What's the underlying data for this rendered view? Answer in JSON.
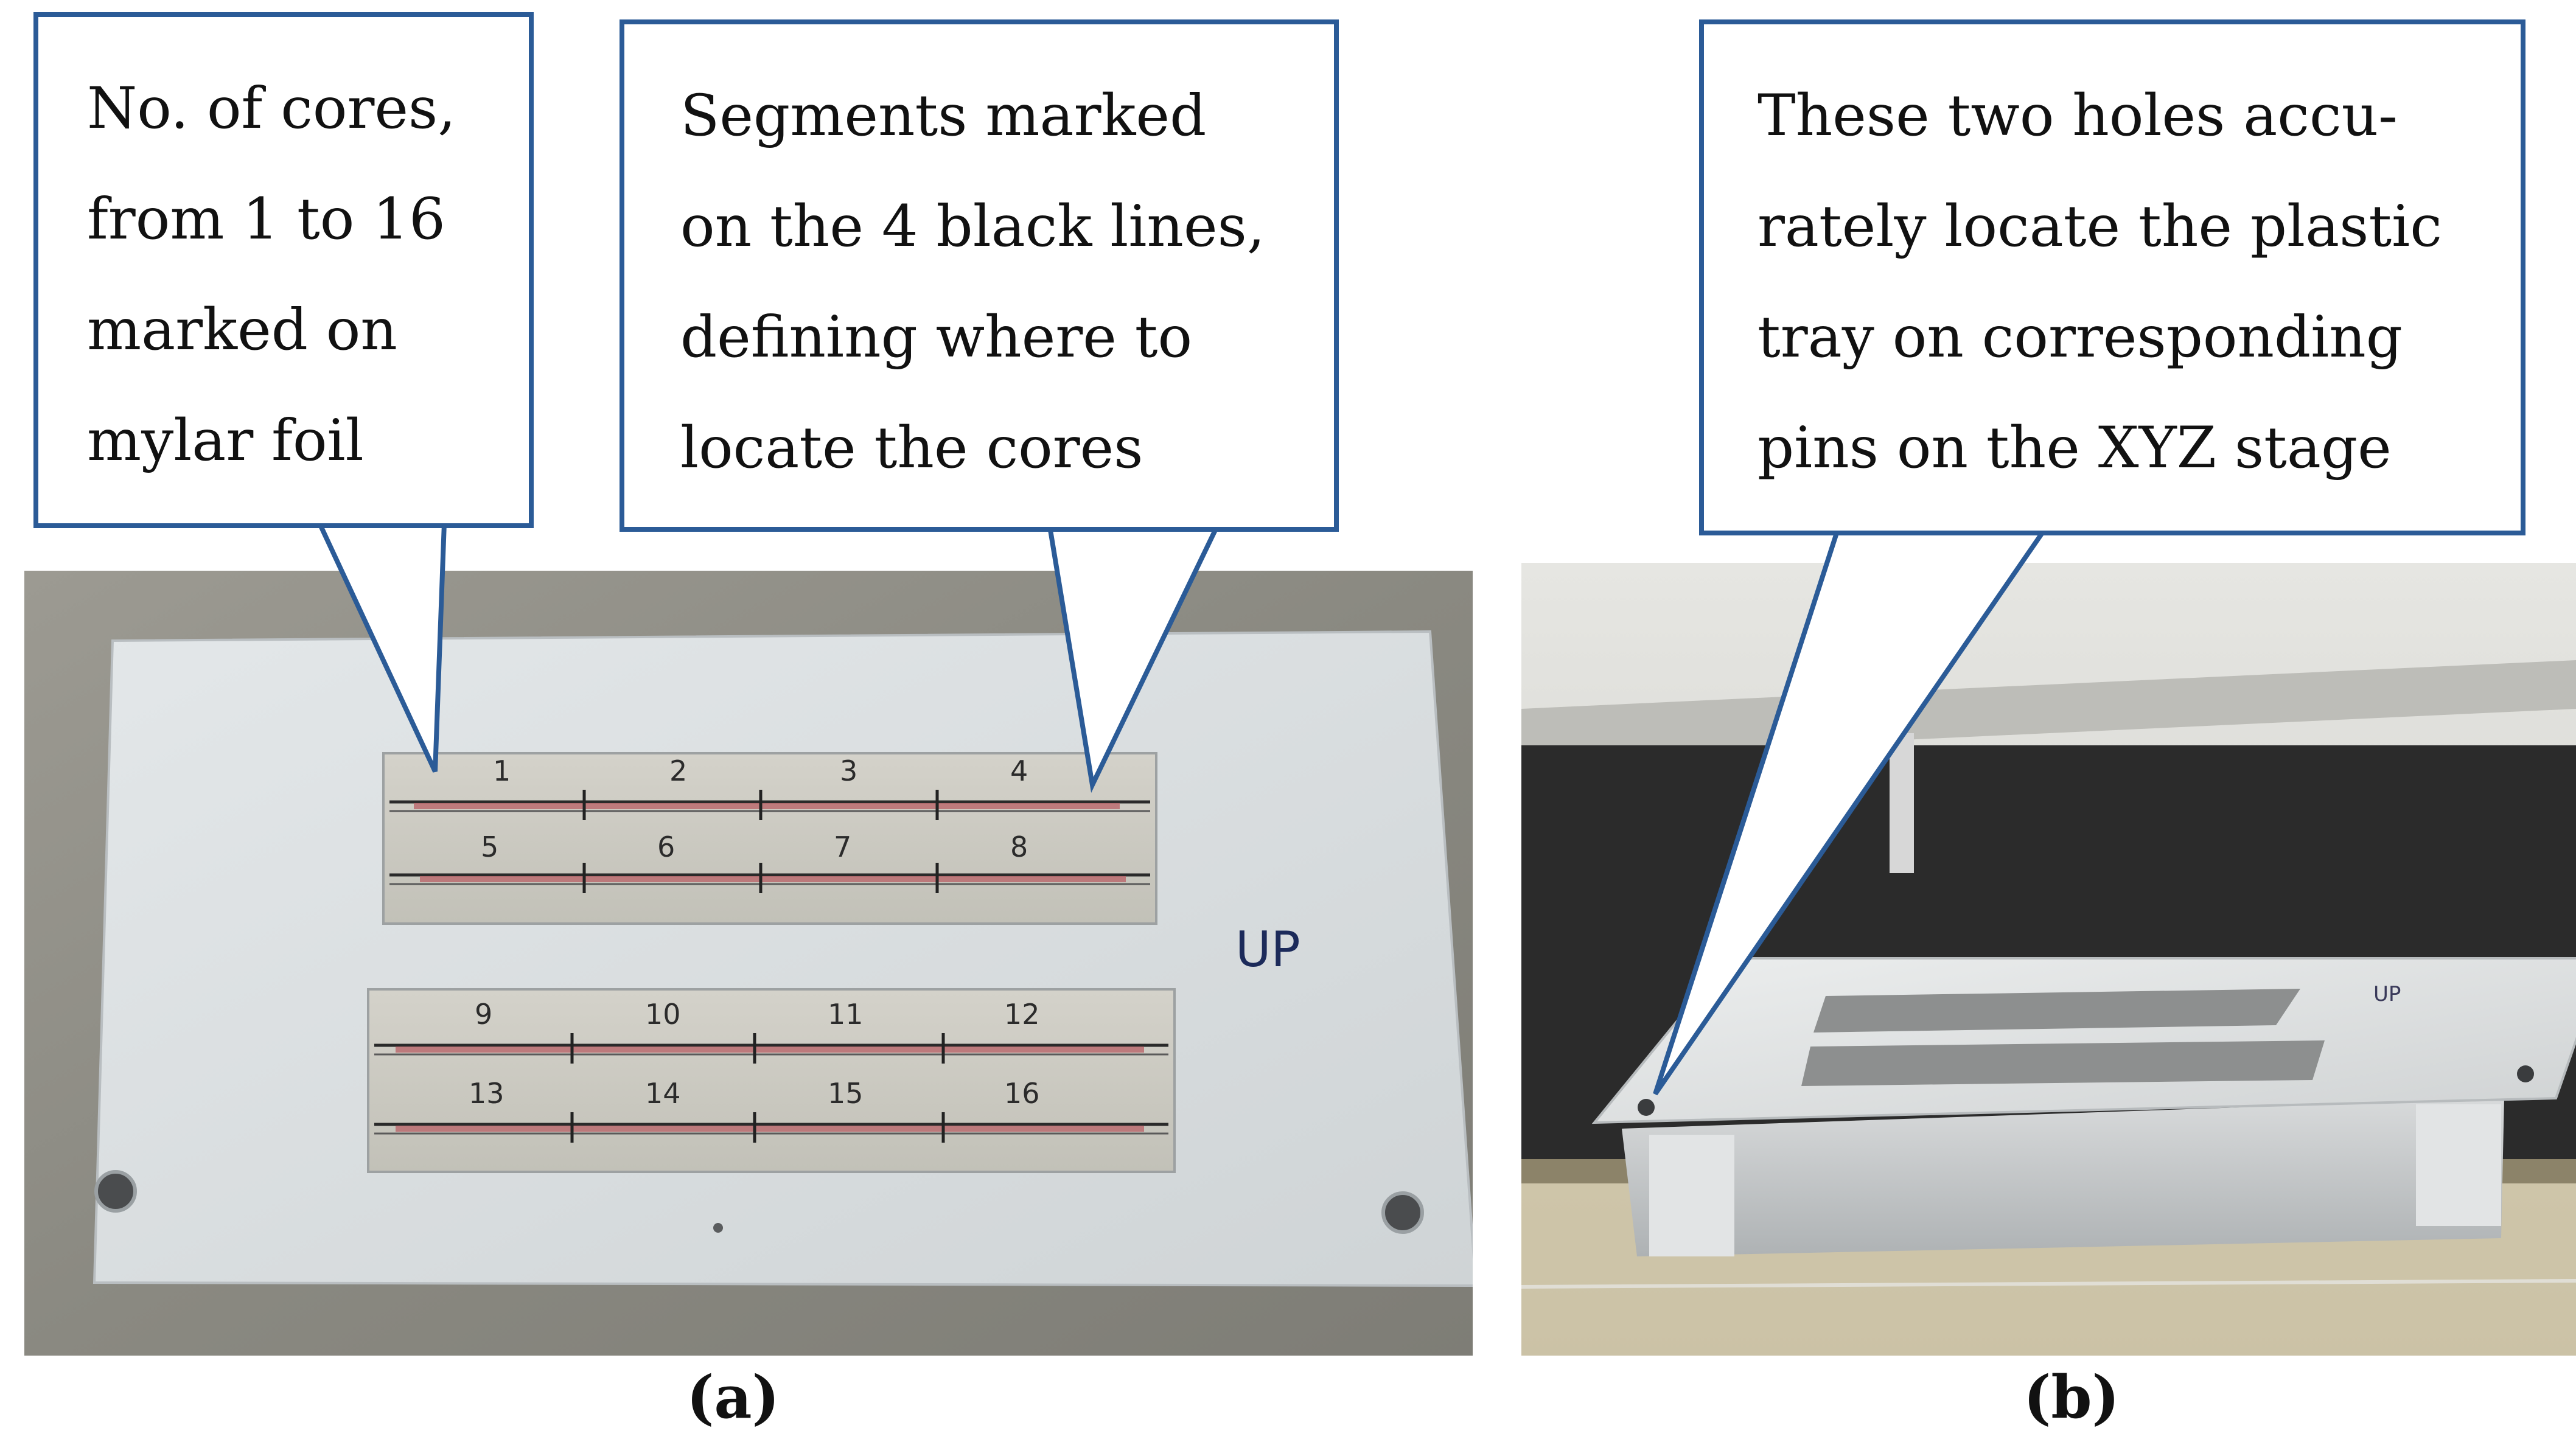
{
  "panels": [
    {
      "caption": "(a)",
      "callouts": [
        {
          "lines": [
            "No. of cores,",
            "from 1 to 16",
            "marked on",
            "mylar foil"
          ]
        },
        {
          "lines": [
            "Segments marked",
            "on the 4 black lines,",
            "defining where to",
            "locate the cores"
          ]
        }
      ],
      "core_numbers": [
        "1",
        "2",
        "3",
        "4",
        "5",
        "6",
        "7",
        "8",
        "9",
        "10",
        "11",
        "12",
        "13",
        "14",
        "15",
        "16"
      ],
      "plate_marking": "UP"
    },
    {
      "caption": "(b)",
      "callouts": [
        {
          "lines": [
            "These two holes accu-",
            "rately locate the plastic",
            "tray on corresponding",
            "pins on the XYZ stage"
          ]
        }
      ],
      "plate_marking": "UP"
    }
  ],
  "colors": {
    "callout_border": "#2b5b97",
    "metal_bg": "#8f8e87",
    "plate": "#d9dee0",
    "foil_window": "#c9c8c0",
    "core": "#b9656a"
  }
}
